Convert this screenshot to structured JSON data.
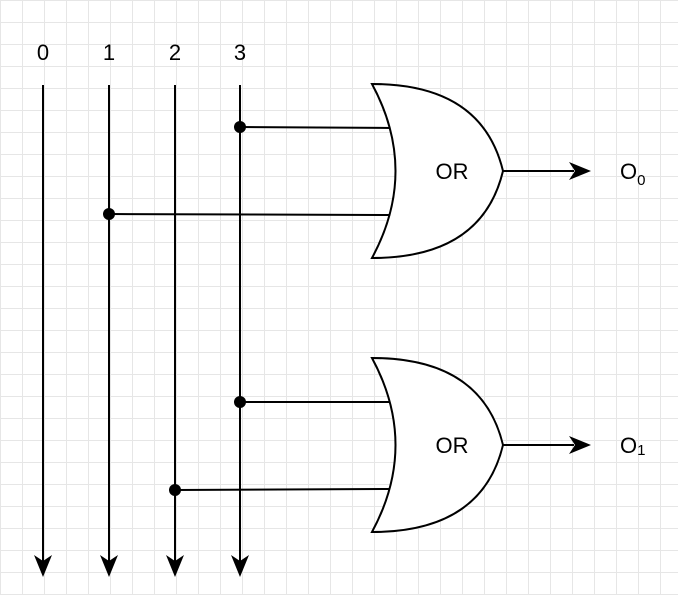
{
  "diagram": {
    "bus_lines": [
      {
        "label": "0"
      },
      {
        "label": "1"
      },
      {
        "label": "2"
      },
      {
        "label": "3"
      }
    ],
    "gates": [
      {
        "type_label": "OR",
        "inputs_from": [
          "3",
          "1"
        ],
        "output_base": "O",
        "output_sub": "0"
      },
      {
        "type_label": "OR",
        "inputs_from": [
          "3",
          "2"
        ],
        "output_base": "O",
        "output_sub": "1"
      }
    ],
    "colors": {
      "line": "#000000",
      "grid": "#e6e6e6",
      "background": "#ffffff"
    }
  }
}
